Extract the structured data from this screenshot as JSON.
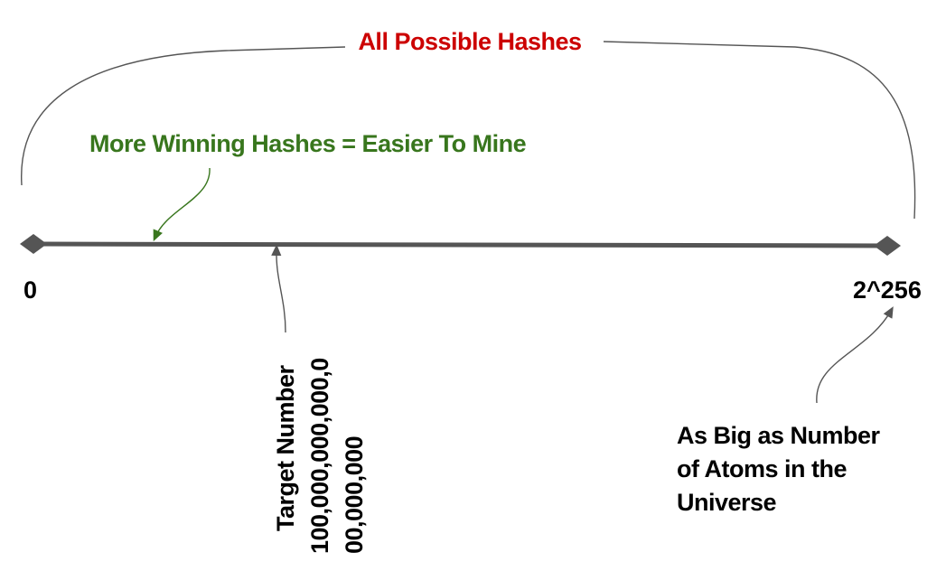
{
  "colors": {
    "title": "#cc0000",
    "green": "#38761d",
    "line": "#555555",
    "text": "#000000"
  },
  "title": "All Possible Hashes",
  "winning_label": "More Winning Hashes = Easier To Mine",
  "axis": {
    "start_label": "0",
    "end_label": "2^256"
  },
  "target": {
    "label": "Target Number",
    "value_line1": "100,000,000,000,0",
    "value_line2": "00,000,000"
  },
  "universe_note": {
    "line1": "As Big as Number",
    "line2": "of Atoms in the",
    "line3": "Universe"
  }
}
